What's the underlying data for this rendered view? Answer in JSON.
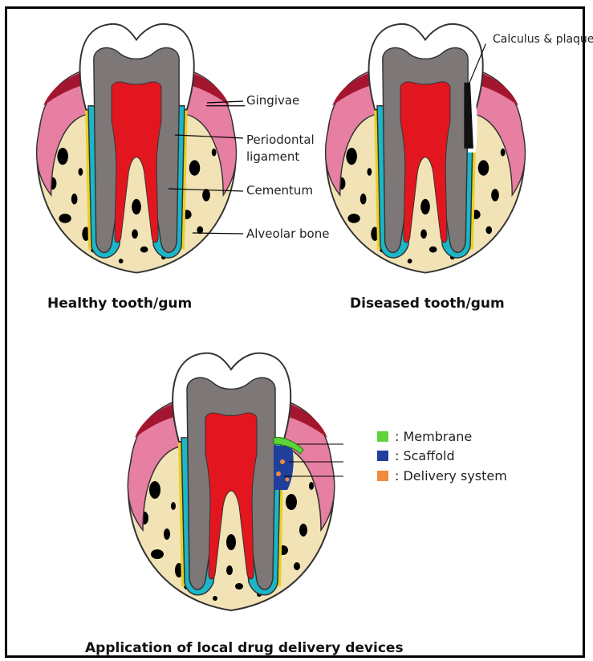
{
  "labels": {
    "gingivae": "Gingivae",
    "periodontal_line1": "Periodontal",
    "periodontal_line2": "ligament",
    "cementum": "Cementum",
    "alveolar_bone": "Alveolar bone",
    "calculus": "Calculus & plaque"
  },
  "captions": {
    "healthy": "Healthy tooth/gum",
    "diseased": "Diseased tooth/gum",
    "application": "Application of local drug delivery devices"
  },
  "legend": [
    {
      "label": ": Membrane",
      "color": "#5fd33a"
    },
    {
      "label": ": Scaffold",
      "color": "#1f3f9a"
    },
    {
      "label": ": Delivery system",
      "color": "#f08a3c"
    }
  ],
  "colors": {
    "bone": "#f2e3b6",
    "gum": "#e77fa2",
    "gum_dark": "#a4162f",
    "enamel": "#ffffff",
    "dentin": "#7d7777",
    "pulp": "#e3161f",
    "cementum": "#1bb7c8",
    "ligament": "#e6d028",
    "calculus": "#111111"
  }
}
